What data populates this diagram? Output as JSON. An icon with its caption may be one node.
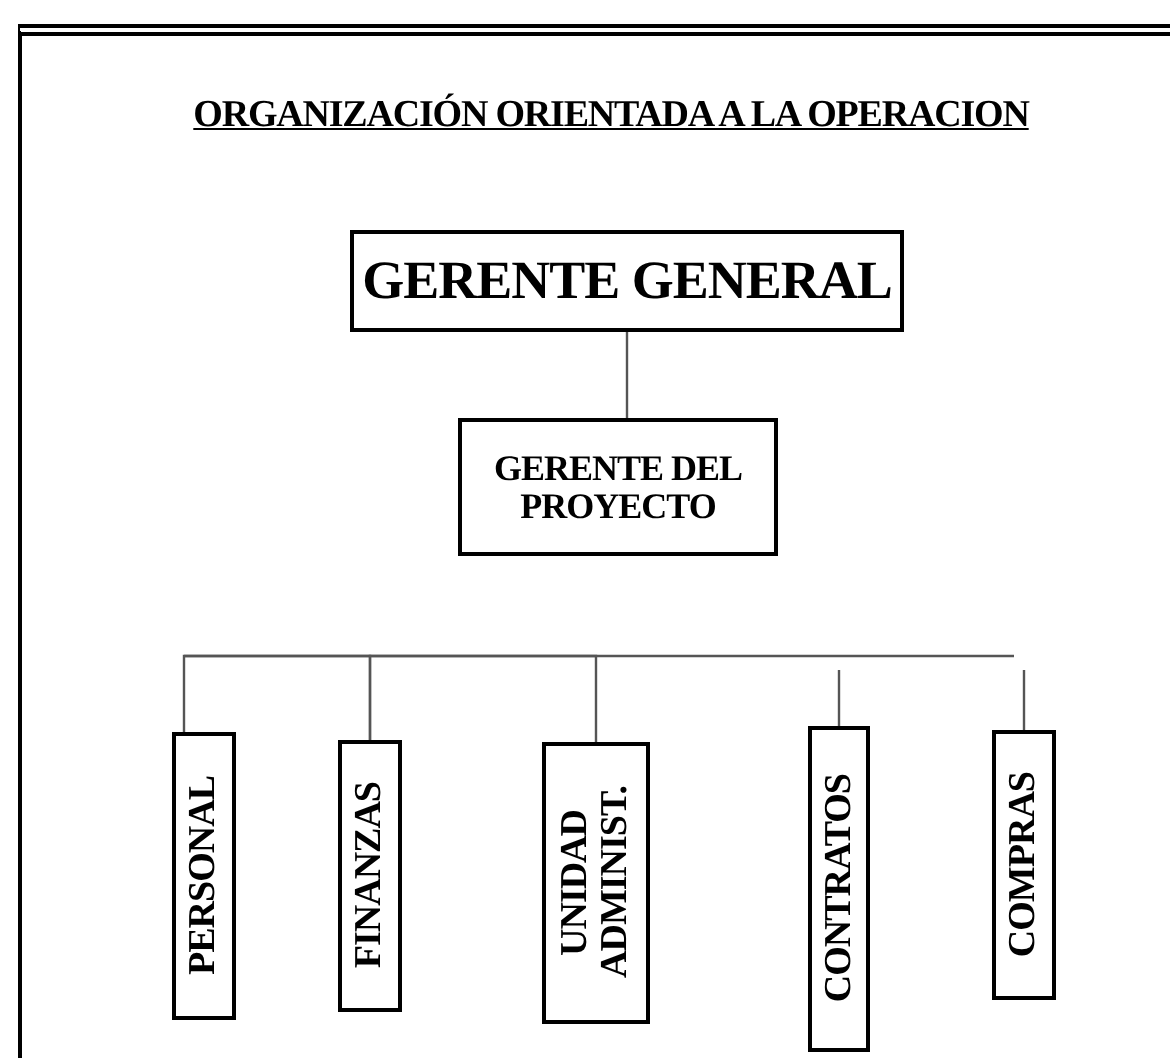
{
  "diagram": {
    "title": "ORGANIZACIÓN ORIENTADA A LA OPERACION",
    "nodes": [
      {
        "text": [
          "GERENTE GENERAL"
        ]
      },
      {
        "text": [
          "GERENTE DEL PROYECTO"
        ]
      },
      {
        "text": [
          "PERSONAL"
        ]
      },
      {
        "text": [
          "FINANZAS"
        ]
      },
      {
        "text": [
          "UNIDAD ADMINIST."
        ]
      },
      {
        "text": [
          "CONTRATOS"
        ]
      },
      {
        "text": [
          "COMPRAS"
        ]
      }
    ],
    "edges": [
      {
        "from": 0,
        "to": 1,
        "arrow": "none"
      },
      {
        "from": 2,
        "to": 3,
        "arrow": "none"
      },
      {
        "from": 3,
        "to": 4,
        "arrow": "none"
      },
      {
        "from": null,
        "to": 5,
        "arrow": "none"
      },
      {
        "from": null,
        "to": 6,
        "arrow": "none"
      }
    ]
  }
}
